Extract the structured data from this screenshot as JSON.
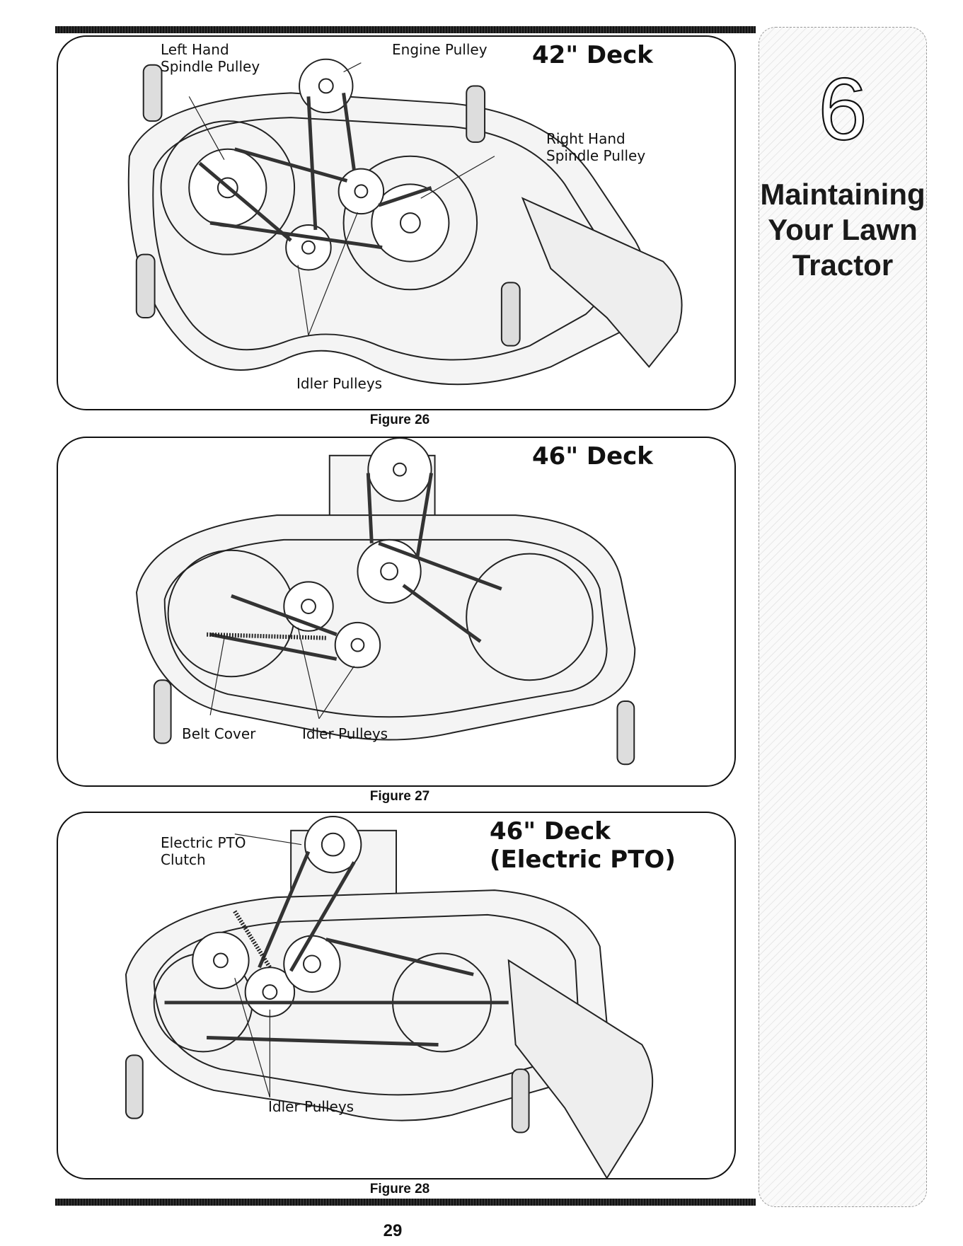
{
  "section": {
    "number": "6",
    "title_lines": [
      "Maintaining",
      "Your Lawn",
      "Tractor"
    ]
  },
  "figures": [
    {
      "caption": "Figure 26",
      "title": "42\" Deck",
      "callouts": {
        "left_hand_spindle_pulley": [
          "Left Hand",
          "Spindle Pulley"
        ],
        "engine_pulley": "Engine Pulley",
        "right_hand_spindle_pulley": [
          "Right Hand",
          "Spindle Pulley"
        ],
        "idler_pulleys": "Idler Pulleys"
      }
    },
    {
      "caption": "Figure 27",
      "title": "46\" Deck",
      "callouts": {
        "belt_cover": "Belt Cover",
        "idler_pulleys": "Idler Pulleys"
      }
    },
    {
      "caption": "Figure 28",
      "title_lines": [
        "46\" Deck",
        "(Electric PTO)"
      ],
      "callouts": {
        "electric_pto_clutch": [
          "Electric PTO",
          "Clutch"
        ],
        "idler_pulleys": "Idler Pulleys"
      }
    }
  ],
  "page_number": "29"
}
